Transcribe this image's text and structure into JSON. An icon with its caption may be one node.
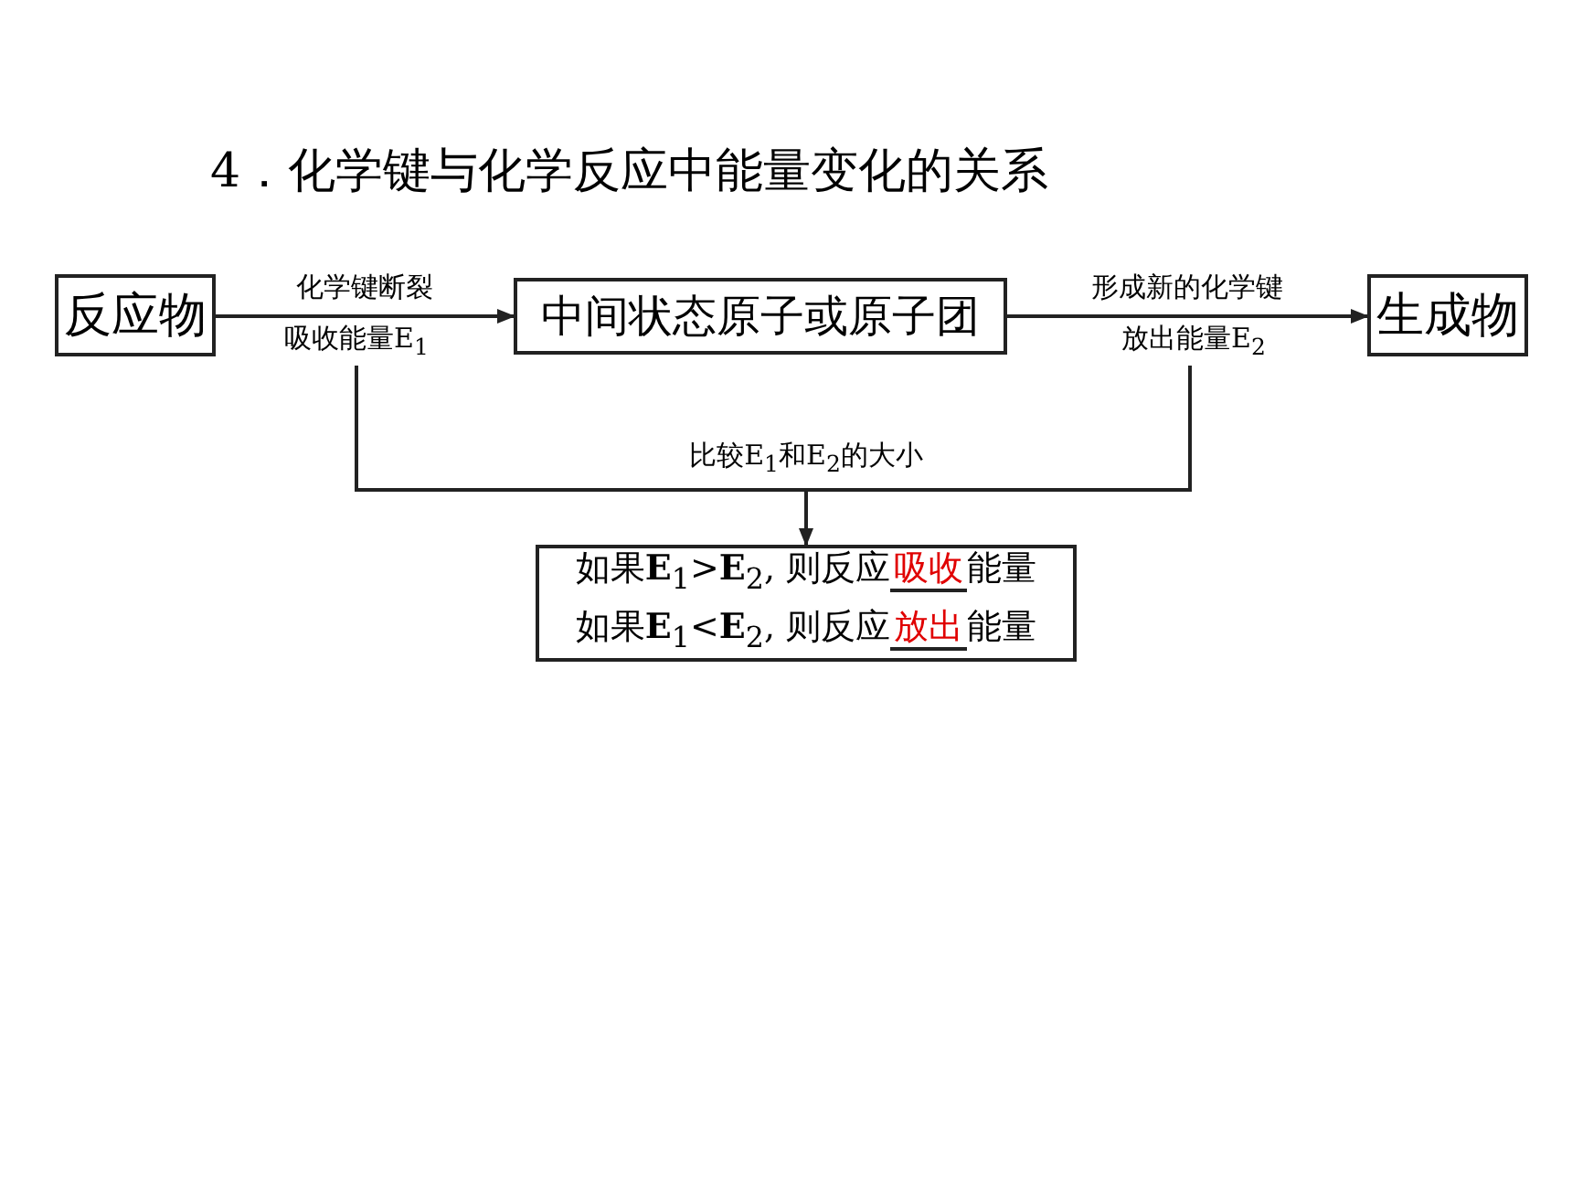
{
  "diagram": {
    "title": "4．化学键与化学反应中能量变化的关系",
    "nodes": [
      {
        "text": [
          "反应物"
        ]
      },
      {
        "text": [
          "中间状态原子或原子团"
        ]
      },
      {
        "text": [
          "生成物"
        ]
      },
      {
        "text": [
          "如果**E**$_{1}$>**E**$_{2}$, 则反应",
          "吸收",
          "能量",
          "如果**E**$_{1}$<**E**$_{2}$, 则反应",
          "放出",
          "能量"
        ]
      },
      {
        "text": [
          "吸收能量E$_{1}$"
        ]
      },
      {
        "text": [
          "放出能量E$_{2}$"
        ]
      }
    ],
    "edges": [
      {
        "from": 0,
        "to": 1,
        "arrow": "to",
        "label": "化学键断裂"
      },
      {
        "from": 1,
        "to": 2,
        "arrow": "to",
        "label": "形成新的化学键"
      },
      {
        "from": 4,
        "to": 3,
        "arrow": "to",
        "label": "比较E$_{1}$和E$_{2}$的大小"
      },
      {
        "from": 5,
        "to": 3,
        "arrow": "to"
      }
    ]
  }
}
